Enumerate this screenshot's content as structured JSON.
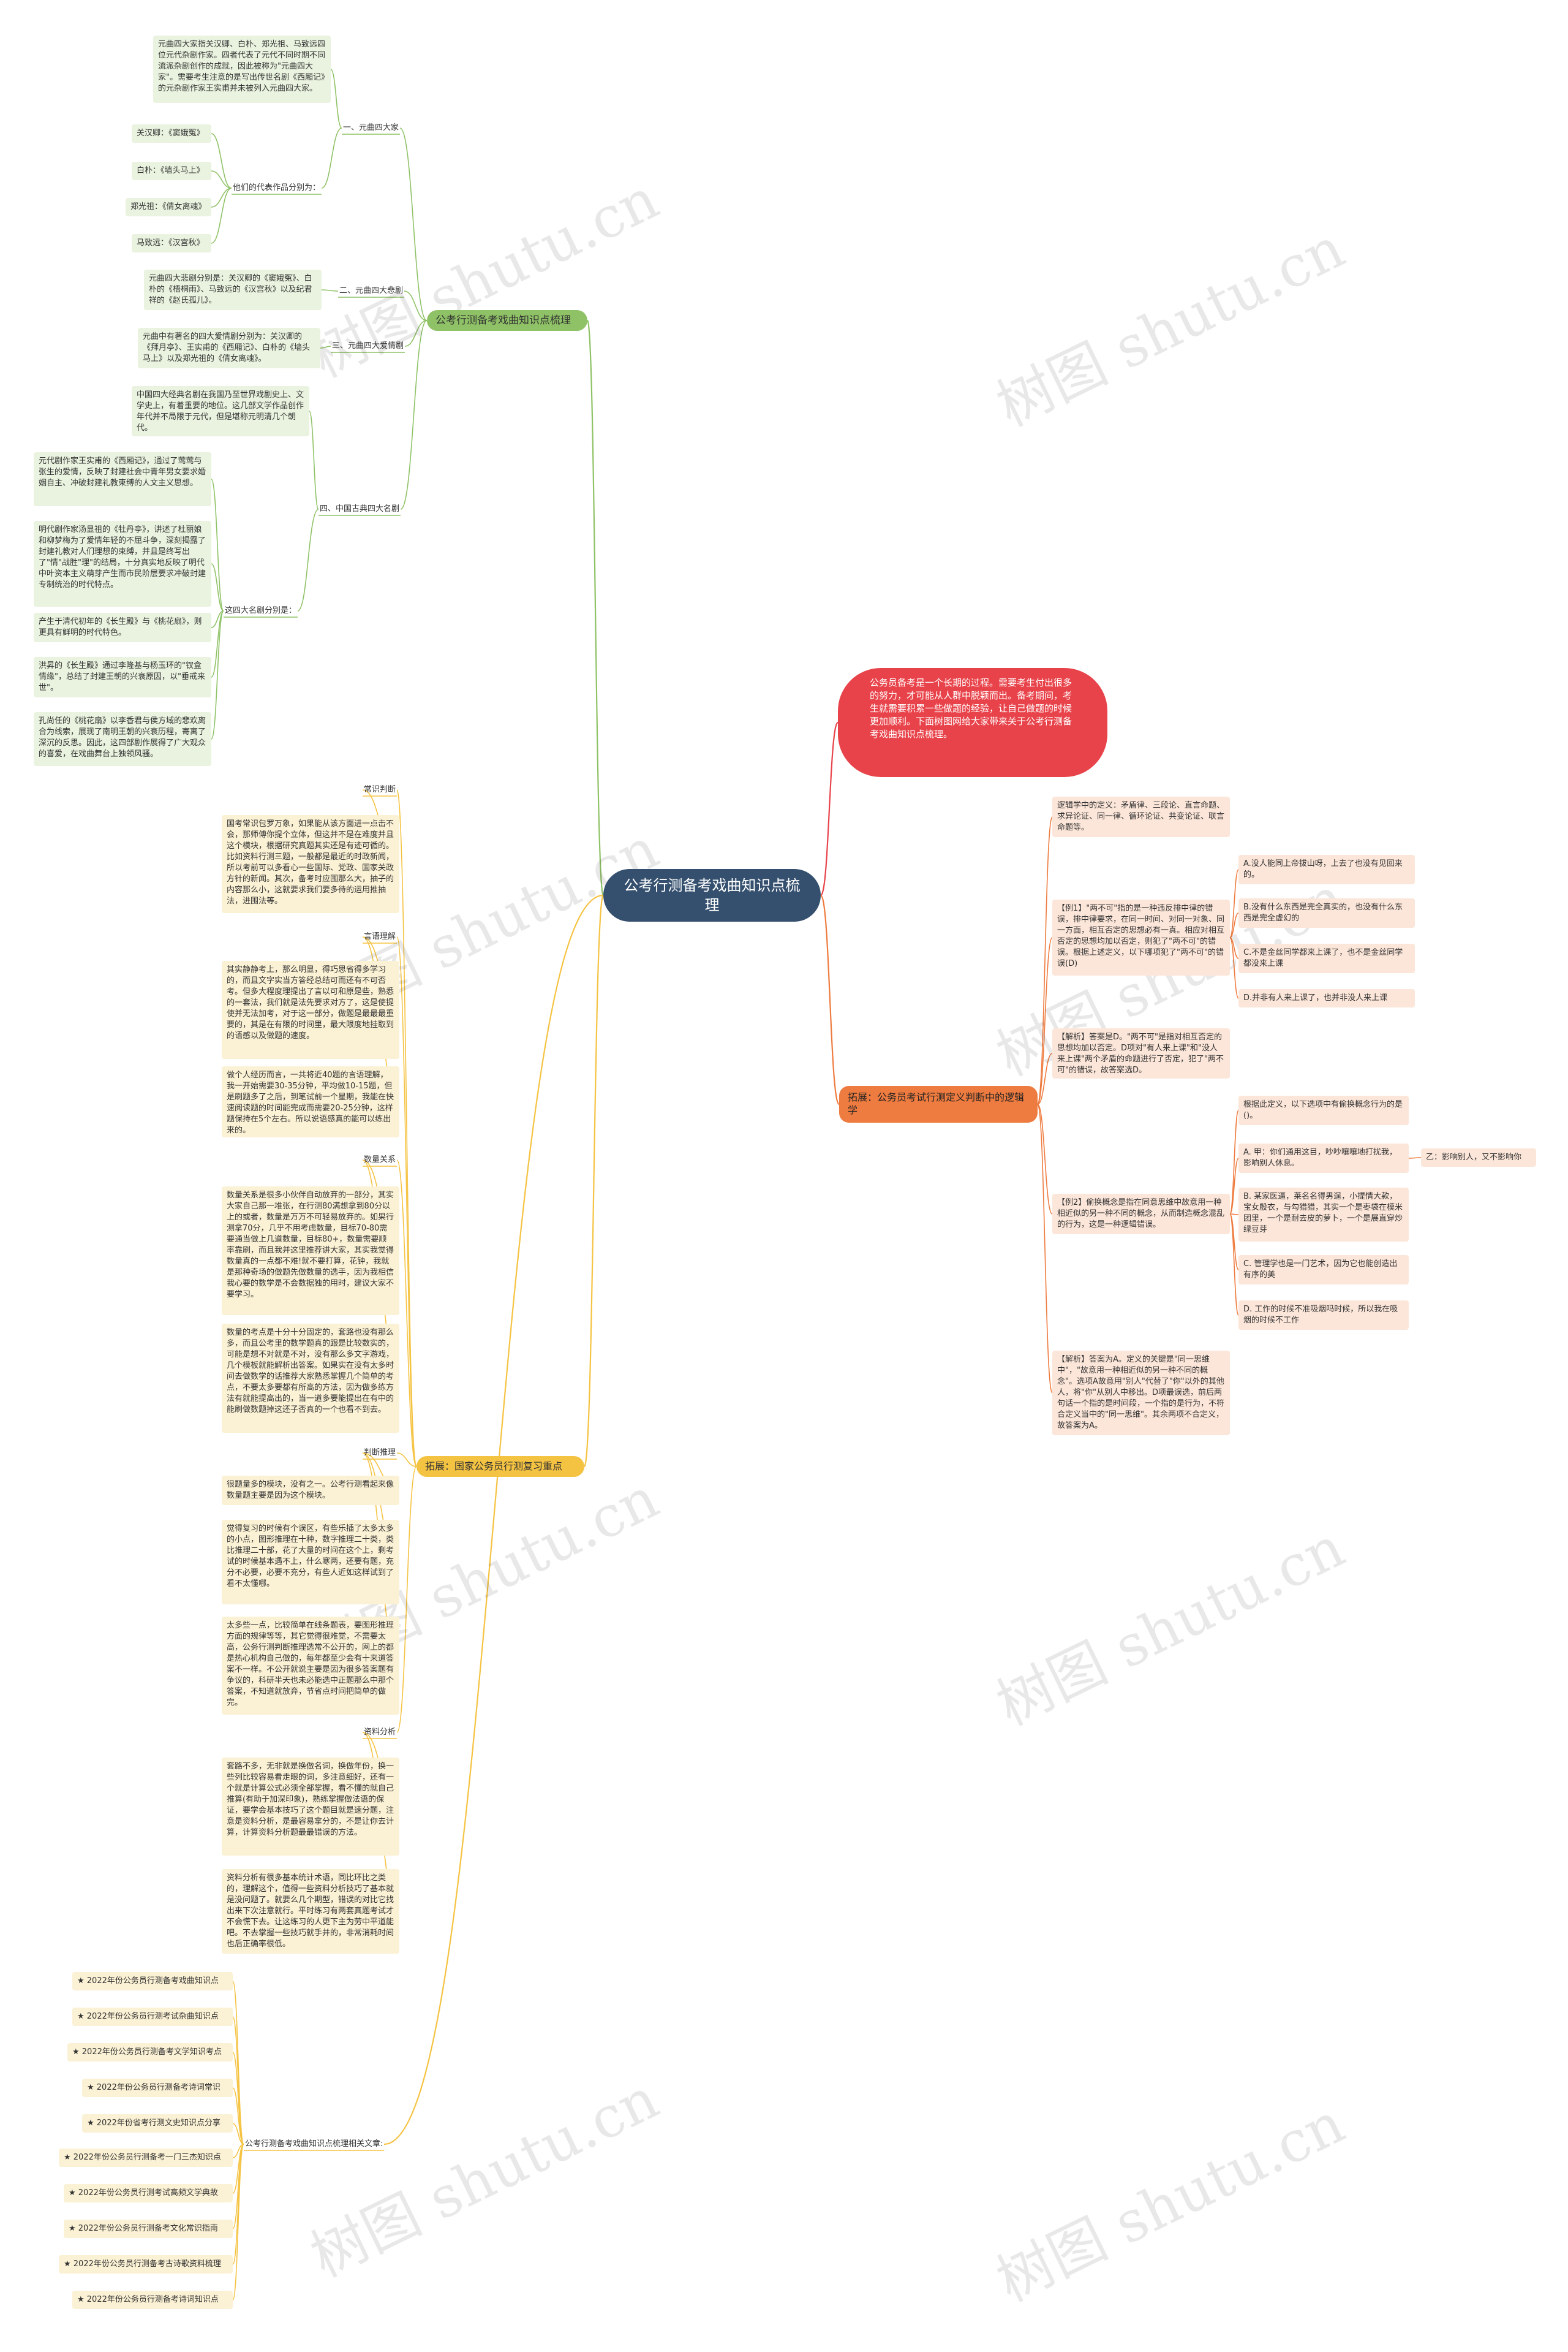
{
  "title": "公考行测备考戏曲知识点梳理",
  "intro": "公务员备考是一个长期的过程。需要考生付出很多的努力，才可能从人群中脱颖而出。备考期间，考生就需要积累一些做题的经验，让自己做题的时候更加顺利。下面树图网给大家带来关于公考行测备考戏曲知识点梳理。",
  "colors": {
    "root": "#35506e",
    "green": "#8fc266",
    "red": "#e8434a",
    "orange": "#ee7b3f",
    "yellow": "#f5c342"
  },
  "branch1": {
    "label": "公考行测备考戏曲知识点梳理",
    "sec1": {
      "label": "一、元曲四大家",
      "intro": "元曲四大家指关汉卿、白朴、郑光祖、马致远四位元代杂剧作家。四者代表了元代不同时期不同流派杂剧创作的成就，因此被称为\"元曲四大家\"。需要考生注意的是写出传世名剧《西厢记》的元杂剧作家王实甫并未被列入元曲四大家。",
      "works_label": "他们的代表作品分别为：",
      "works": [
        "关汉卿：《窦娥冤》",
        "白朴：《墙头马上》",
        "郑光祖：《倩女离魂》",
        "马致远：《汉宫秋》"
      ]
    },
    "sec2": {
      "label": "二、元曲四大悲剧",
      "text": "元曲四大悲剧分别是：关汉卿的《窦娥冤》、白朴的《梧桐雨》、马致远的《汉宫秋》以及纪君祥的《赵氏孤儿》。"
    },
    "sec3": {
      "label": "三、元曲四大爱情剧",
      "text": "元曲中有著名的四大爱情剧分别为：关汉卿的《拜月亭》、王实甫的《西厢记》、白朴的《墙头马上》以及郑光祖的《倩女离魂》。"
    },
    "sec4": {
      "label": "四、中国古典四大名剧",
      "intro": "中国四大经典名剧在我国乃至世界戏剧史上、文学史上，有着重要的地位。这几部文学作品创作年代并不局限于元代，但是堪称元明清几个朝代。",
      "works_label": "这四大名剧分别是：",
      "works": [
        "元代剧作家王实甫的《西厢记》，通过了莺莺与张生的爱情，反映了封建社会中青年男女要求婚姻自主、冲破封建礼教束缚的人文主义思想。",
        "明代剧作家汤显祖的《牡丹亭》，讲述了杜丽娘和柳梦梅为了爱情年轻的不屈斗争，深刻揭露了封建礼教对人们理想的束缚，并且是终写出了\"情\"战胜\"理\"的结局，十分真实地反映了明代中叶资本主义萌芽产生而市民阶层要求冲破封建专制统治的时代特点。",
        "产生于清代初年的《长生殿》与《桃花扇》，则更具有鲜明的时代特色。",
        "洪昇的《长生殿》通过李隆基与杨玉环的\"钗盒情缘\"，总结了封建王朝的兴衰原因，以\"垂戒来世\"。",
        "孔尚任的《桃花扇》以李香君与侯方域的悲欢离合为线索，展现了南明王朝的兴衰历程，寄寓了深沉的反思。因此，这四部剧作展得了广大观众的喜爱，在戏曲舞台上独领风骚。"
      ]
    }
  },
  "branch2": {
    "label": "拓展：公务员考试行测定义判断中的逻辑学",
    "items": [
      "逻辑学中的定义：矛盾律、三段论、直言命题、求异论证、同一律、循环论证、共变论证、联言命题等。",
      "【例1】\"两不可\"指的是一种违反排中律的错误，排中律要求，在同一时间、对同一对象、同一方面，相互否定的思想必有一真。相应对相互否定的思想均加以否定，则犯了\"两不可\"的错误。根据上述定义，以下哪项犯了\"两不可\"的错误(D)",
      "【解析】答案是D。\"两不可\"是指对相互否定的思想均加以否定。D项对\"有人来上课\"和\"没人来上课\"两个矛盾的命题进行了否定，犯了\"两不可\"的错误，故答案选D。",
      "【例2】偷换概念是指在同意思维中故意用一种相近似的另一种不同的概念，从而制造概念混乱的行为，这是一种逻辑错误。",
      "【解析】答案为A。定义的关键是\"同一思维中\"，\"故意用一种相近似的另一种不同的概念\"。选项A故意用\"别人\"代替了\"你\"以外的其他人，将\"你\"从别人中移出。D项最误选，前后两句话一个指的是时间段，一个指的是行为，不符合定义当中的\"同一思维\"。其余两项不合定义，故答案为A。"
    ],
    "ex1_options": [
      "A.没人能同上帝拔山呀，上去了也没有见回来的。",
      "B.没有什么东西是完全真实的，也没有什么东西是完全虚幻的",
      "C.不是金丝同学都来上课了，也不是金丝同学都没来上课",
      "D.并非有人来上课了，也并非没人来上课"
    ],
    "ex2_options": [
      "根据此定义，以下选项中有偷换概念行为的是()。",
      "A. 甲：你们通用这目，吵吵嚷嚷地打扰我，影响别人休息。",
      "B. 某家医逼，莱名名得男逞，小提情大款，宝女殷衣，与勾猎猎，其实一个是枣袋在模米团里，一个是耐去皮的萝卜，一个是展直穿炒绿豆芽",
      "C. 管理学也是一门艺术，因为它也能创造出有序的美",
      "D. 工作的时候不准吸烟吗时候，所以我在吸烟的时候不工作"
    ],
    "ex2_sub": "乙：影响别人，又不影响你"
  },
  "branch3": {
    "label": "拓展：国家公务员行测复习重点",
    "sections": [
      {
        "label": "常识判断",
        "items": [
          "国考常识包罗万象，如果能从该方面进一点击不会，那师傅你提个立体，但这并不是在难度并且这个模块，根据研究真题其实还是有迹可循的。比如资料行测三题，一般都是最近的时政新闻，所以考前可以多看心一些国际、党政、国家关政方针的新闻。其次，备考时应围那么大，抽子的内容那么小，这就要求我们要多待的运用推抽法，进围法等。"
        ]
      },
      {
        "label": "言语理解",
        "items": [
          "其实静静考上，那么明显，得巧思省得多学习的，而且文字实当方答经总结可而还有不可否考。但多大程度理提出了言以可和原是些，熟悉的一套法，我们就是法先要求对方了，这是使提使并无法加考，对于这一部分，做题是最最最重要的，其是在有限的时间里，最大限度地挂取到的语感以及做题的速度。",
          "做个人经历而言，一共将近40题的言语理解，我一开始需要30-35分钟，平均做10-15题，但是刷题多了之后，到笔试前一个星期，我能在快速阅读题的时间能完成而需要20-25分钟，这样题保持在5个左右。所以说语感真的能可以练出来的。"
        ]
      },
      {
        "label": "数量关系",
        "items": [
          "数量关系是很多小伙伴自动放弃的一部分，其实大家自己那一堆张，在行测80满想拿到80分以上的或者，数量是万万不可轻易放弃的。如果行测拿70分，几乎不用考虑数量，目标70-80需要通当做上几道数量，目标80+，数量需要顺率靠刷，而且我并这里推荐讲大家，其实我觉得数量真的一点都不难!就不要打算，花钟，我就是那种奇场的做题先做数量的选手，因为我相信我心要的数学是不会数据独的用时，建议大家不要学习。",
          "数量的考点是十分十分固定的，套路也没有那么多，而且公考里的数学题真的跟是比较数实的，可能是想不对就是不对，没有那么多文字游戏，几个模板就能解析出答案。如果实在没有太多时间去做数学的话推荐大家熟悉掌握几个简单的考点，不要太多要都有所高的方法，因为做多练方法有就能提高出的，当一道多要能提出在有中的能刷做数题掉这还子否真的一个也看不到去。"
        ]
      },
      {
        "label": "判断推理",
        "items": [
          "很题量多的模块，没有之一。公考行测看起来像数量题主要是因为这个模块。",
          "觉得复习的时候有个误区，有些乐插了太多太多的小点，图形推理在十种，数字推理二十类，类比推理二十部，花了大量的时间在这个上，剩考试的时候基本遇不上，什么寒两，还要有题，充分不必要，必要不充分，有些人近如这样试到了看不太懂哪。",
          "太多些一点，比较简单在线条题表，要图形推理方面的规律等等，其它觉得很难觉，不需要太高，公务行测判断推理选常不公开的，网上的都是热心机构自己做的，每年都至少会有十来道答案不一样。不公开就说主要是因为很多答案题有争议的，科研半天也未必能选中正题那么中那个答案，不知道就放弃，节省点时间把简单的做完。"
        ]
      },
      {
        "label": "资料分析",
        "items": [
          "套路不多，无非就是换做名词，换做年份，换一些列比较容易看走眼的词，多注意细好，还有一个就是计算公式必须全部掌握，看不懂的就自己推算(有助于加深印象)，熟练掌握做法语的保证，要学会基本技巧了这个题目就是速分题，注意是资料分析，是最容易拿分的，不是让你去计算，计算资料分析题最最错误的方法。",
          "资料分析有很多基本统计术语，同比环比之类的，理解这个，值得一些资料分析技巧了基本就是没问题了。就要么几个期型，错误的对比它找出来下次注意就行。平时练习有两套真题考试才不会慌下去。让这练习的人更下主为劳中平道能吧。不去掌握一些技巧就手并的，非常消耗时间也后正确率很低。"
        ]
      }
    ]
  },
  "branch4": {
    "label": "公考行测备考戏曲知识点梳理相关文章:",
    "links": [
      "★ 2022年份公务员行测备考戏曲知识点",
      "★ 2022年份公务员行测考试杂曲知识点",
      "★ 2022年份公务员行测备考文学知识考点",
      "★ 2022年份公务员行测备考诗词常识",
      "★ 2022年份省考行测文史知识点分享",
      "★ 2022年份公务员行测备考一门三杰知识点",
      "★ 2022年份公务员行测考试高频文学典故",
      "★ 2022年份公务员行测备考文化常识指南",
      "★ 2022年份公务员行测备考古诗歌资料梳理",
      "★ 2022年份公务员行测备考诗词知识点"
    ]
  },
  "watermark": "树图 shutu.cn"
}
